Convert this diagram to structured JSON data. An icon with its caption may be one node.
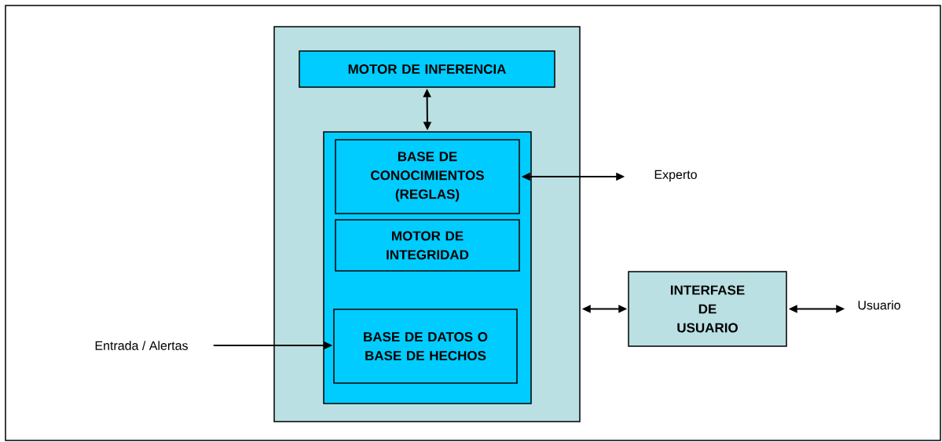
{
  "diagram": {
    "nodes": [
      {
        "text": [],
        "shape": "box"
      },
      {
        "text": [
          "MOTOR DE INFERENCIA"
        ],
        "in": 0
      },
      {
        "text": [],
        "shape": "box",
        "in": 0
      },
      {
        "text": [
          "BASE DE CONOCIMIENTOS (REGLAS)"
        ],
        "in": 2
      },
      {
        "text": [
          "MOTOR DE INTEGRIDAD"
        ],
        "in": 2
      },
      {
        "text": [
          "BASE DE DATOS O  BASE DE HECHOS"
        ],
        "in": 2
      },
      {
        "text": [
          "INTERFASE DE USUARIO"
        ]
      },
      {
        "text": [
          "Experto"
        ]
      },
      {
        "text": [
          "Usuario"
        ]
      },
      {
        "text": [
          "Entrada / Alertas"
        ]
      }
    ],
    "edges": [
      {
        "from": 1,
        "to": 2,
        "arrow": "both"
      },
      {
        "from": 3,
        "to": 7,
        "arrow": "both"
      },
      {
        "from": 0,
        "to": 6,
        "arrow": "both"
      },
      {
        "from": 6,
        "to": 8,
        "arrow": "both"
      },
      {
        "from": 9,
        "to": 5,
        "arrow": "to"
      }
    ]
  }
}
